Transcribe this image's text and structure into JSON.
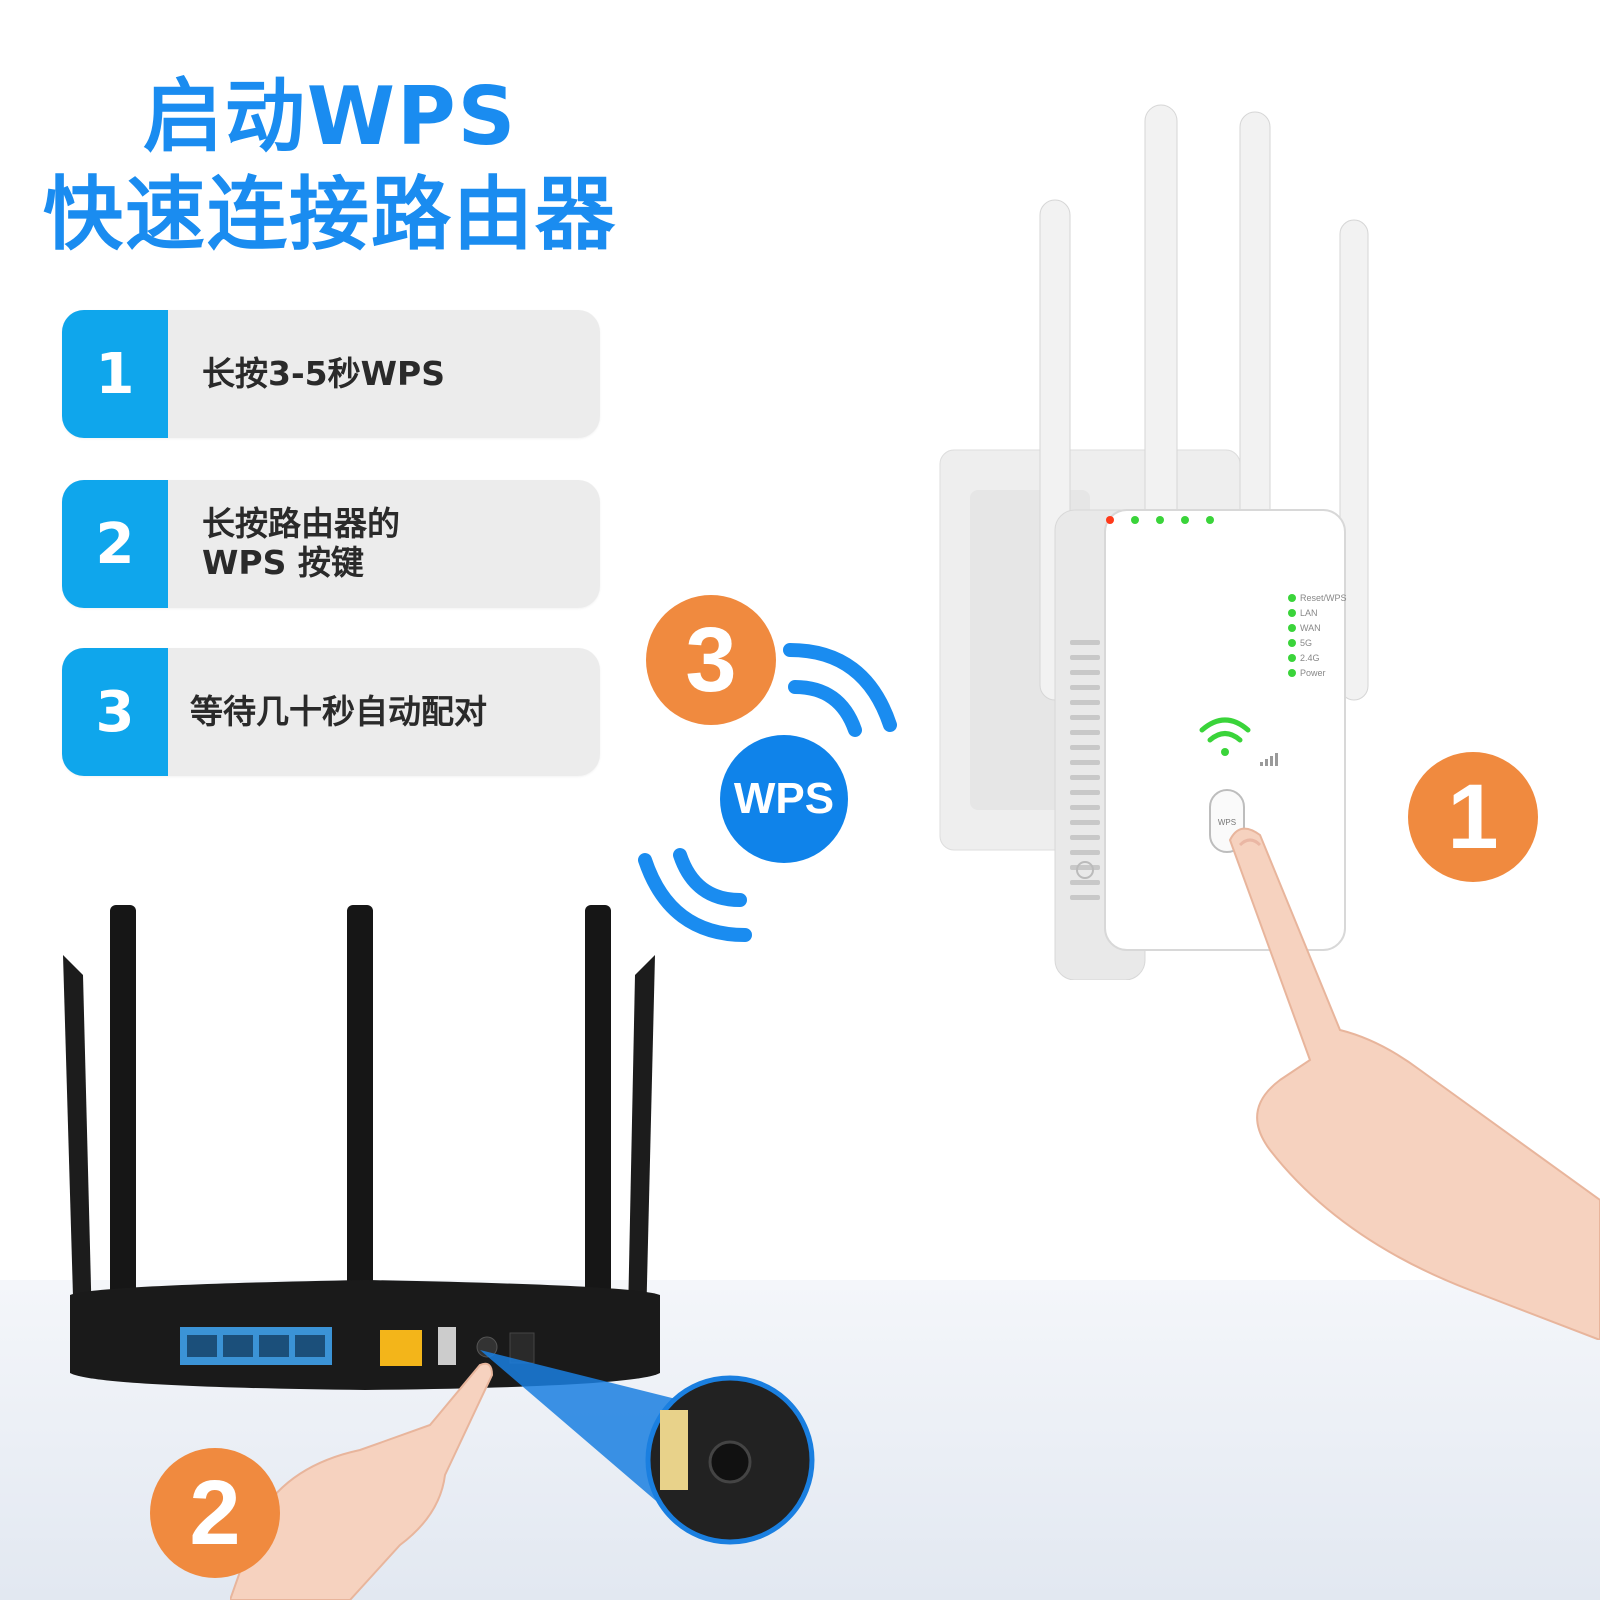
{
  "title_line1": "启动WPS",
  "title_line2": "快速连接路由器",
  "steps": [
    {
      "number": "1",
      "text_lines": [
        "长按3-5秒WPS"
      ]
    },
    {
      "number": "2",
      "text_lines": [
        "长按路由器的",
        "WPS 按键"
      ]
    },
    {
      "number": "3",
      "text_lines": [
        "等待几十秒自动配对"
      ]
    }
  ],
  "badges": {
    "repeater": "1",
    "router": "2",
    "pairing": "3"
  },
  "wps_label": "WPS",
  "repeater": {
    "button_label": "WPS",
    "leds": [
      "Reset/WPS",
      "LAN",
      "WAN",
      "5G",
      "2.4G",
      "Power"
    ]
  },
  "colors": {
    "title_blue": "#1a8cf0",
    "step_blue": "#0fa6ec",
    "badge_orange": "#f08a3f",
    "wps_blue": "#0f83ea",
    "led_green": "#3ad43a"
  }
}
